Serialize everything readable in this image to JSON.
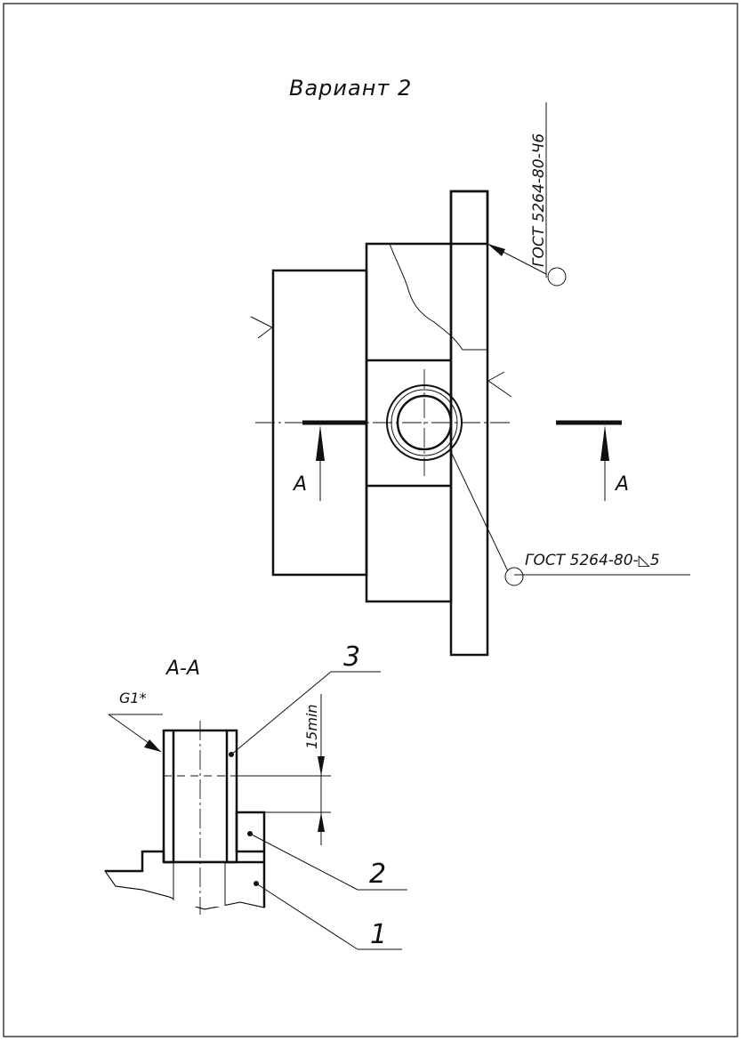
{
  "drawing": {
    "title": "Вариант 2",
    "weld_top_callout": "ГОСТ 5264-80-Ч6",
    "weld_bottom_callout": "ГОСТ 5264-80-◺5",
    "section_marker": "А",
    "section_title": "А-А",
    "tolerance_label": "G1*",
    "dimension_label": "15min",
    "part_numbers": [
      "3",
      "2",
      "1"
    ]
  },
  "colors": {
    "line": "#111111",
    "background": "#ffffff"
  }
}
